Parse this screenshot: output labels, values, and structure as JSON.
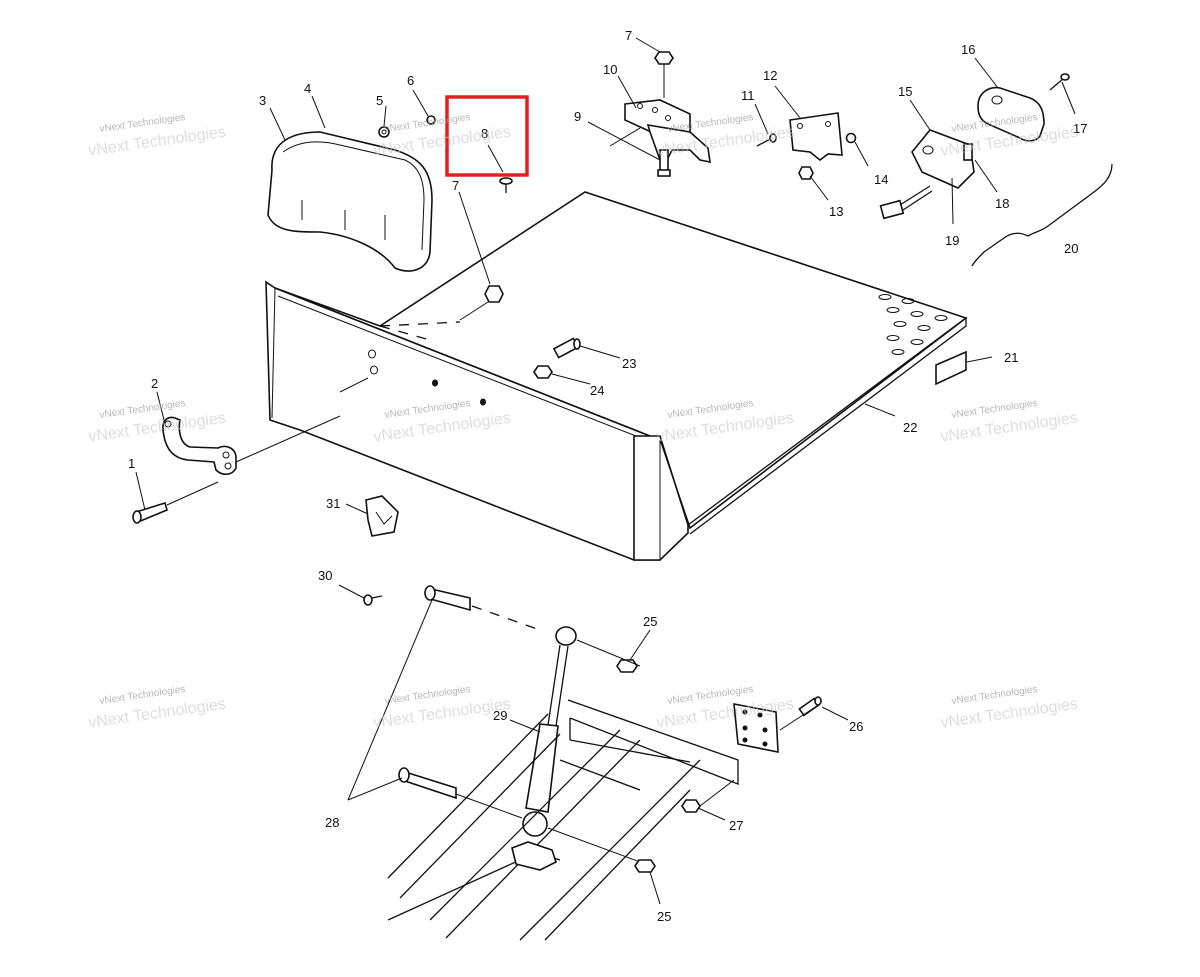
{
  "diagram": {
    "highlight_color": "#e02020",
    "highlighted_part": "8",
    "callouts": [
      {
        "id": "c1",
        "text": "1"
      },
      {
        "id": "c2",
        "text": "2"
      },
      {
        "id": "c3",
        "text": "3"
      },
      {
        "id": "c4",
        "text": "4"
      },
      {
        "id": "c5",
        "text": "5"
      },
      {
        "id": "c6",
        "text": "6"
      },
      {
        "id": "c7a",
        "text": "7"
      },
      {
        "id": "c7b",
        "text": "7"
      },
      {
        "id": "c8",
        "text": "8"
      },
      {
        "id": "c9",
        "text": "9"
      },
      {
        "id": "c10",
        "text": "10"
      },
      {
        "id": "c11",
        "text": "11"
      },
      {
        "id": "c12",
        "text": "12"
      },
      {
        "id": "c13",
        "text": "13"
      },
      {
        "id": "c14",
        "text": "14"
      },
      {
        "id": "c15",
        "text": "15"
      },
      {
        "id": "c16",
        "text": "16"
      },
      {
        "id": "c17",
        "text": "17"
      },
      {
        "id": "c18",
        "text": "18"
      },
      {
        "id": "c19",
        "text": "19"
      },
      {
        "id": "c20",
        "text": "20"
      },
      {
        "id": "c21",
        "text": "21"
      },
      {
        "id": "c22",
        "text": "22"
      },
      {
        "id": "c23",
        "text": "23"
      },
      {
        "id": "c24",
        "text": "24"
      },
      {
        "id": "c25a",
        "text": "25"
      },
      {
        "id": "c25b",
        "text": "25"
      },
      {
        "id": "c26",
        "text": "26"
      },
      {
        "id": "c27",
        "text": "27"
      },
      {
        "id": "c28",
        "text": "28"
      },
      {
        "id": "c29",
        "text": "29"
      },
      {
        "id": "c30",
        "text": "30"
      },
      {
        "id": "c31",
        "text": "31"
      }
    ]
  },
  "watermark": {
    "line1": "vNext Technologies",
    "line2": "vNext Technologies"
  }
}
